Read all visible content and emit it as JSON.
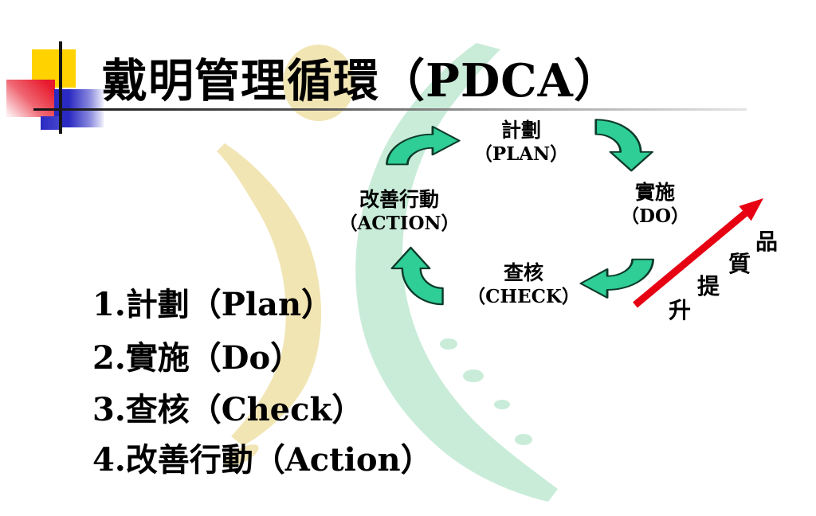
{
  "title": "戴明管理循環（PDCA）",
  "cycle": {
    "plan": {
      "zh": "計劃",
      "en": "（PLAN）"
    },
    "do": {
      "zh": "實施",
      "en": "（DO）"
    },
    "check": {
      "zh": "查核",
      "en": "（CHECK）"
    },
    "action": {
      "zh": "改善行動",
      "en": "（ACTION）"
    }
  },
  "quality": {
    "c0": "品",
    "c1": "質",
    "c2": "提",
    "c3": "升"
  },
  "list": {
    "item1": "1.計劃（Plan）",
    "item2": "2.實施（Do）",
    "item3": "3.查核（Check）",
    "item4": "4.改善行動（Action）"
  },
  "colors": {
    "arrow_green": "#2ece96",
    "arrow_outline": "#0d3a2a",
    "swoosh_green": "#c9ecd9",
    "swoosh_yellow": "#f1e5b4",
    "quality_red": "#e60012",
    "deco_yellow": "#ffd200",
    "deco_red": "#e8192c",
    "deco_blue": "#2a2ac2"
  }
}
